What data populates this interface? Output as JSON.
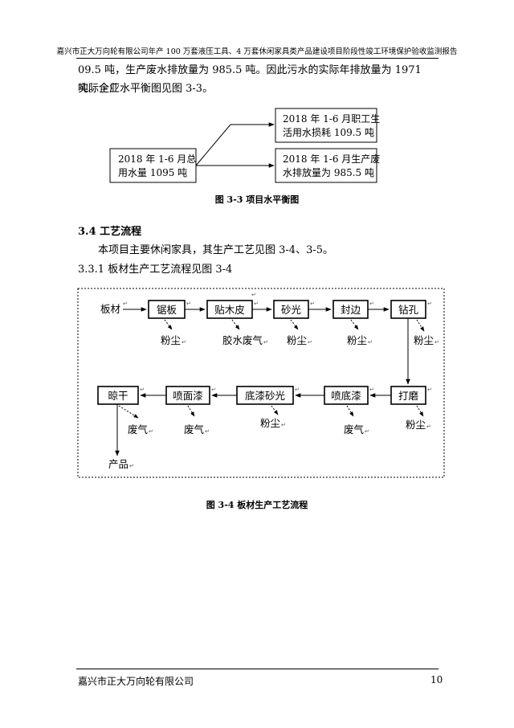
{
  "header": {
    "title": "嘉兴市正大万向轮有限公司年产 100 万套液压工具、4 万套休闲家具类产品建设项目阶段性竣工环境保护验收监测报告"
  },
  "intro": {
    "line1": "09.5 吨，生产废水排放量为 985.5 吨。因此污水的实际年排放量为 1971 吨。企业",
    "line2": "实际全厂水平衡图见图 3-3。"
  },
  "water_balance": {
    "total_line1": "2018 年 1-6 月总",
    "total_line2": "用水量 1095 吨",
    "loss_line1": "2018 年 1-6 月职工生",
    "loss_line2": "活用水损耗 109.5 吨",
    "waste_line1": "2018 年 1-6 月生产废",
    "waste_line2": "水排放量为 985.5 吨",
    "caption": "图 3-3  项目水平衡图"
  },
  "section": {
    "heading": "3.4 工艺流程",
    "text": "本项目主要休闲家具，其生产工艺见图 3-4、3-5。",
    "subheading": "3.3.1  板材生产工艺流程见图 3-4"
  },
  "flow": {
    "input": "板材",
    "product": "产品",
    "steps": [
      "锯板",
      "贴木皮",
      "砂光",
      "封边",
      "钻孔",
      "打磨",
      "喷底漆",
      "底漆砂光",
      "喷面漆",
      "晾干"
    ],
    "outputs": [
      "粉尘",
      "胶水废气",
      "粉尘",
      "粉尘",
      "粉尘",
      "粉尘",
      "废气",
      "粉尘",
      "废气",
      "废气"
    ],
    "caption": "图 3-4  板材生产工艺流程"
  },
  "footer": {
    "company": "嘉兴市正大万向轮有限公司",
    "page": "10"
  }
}
